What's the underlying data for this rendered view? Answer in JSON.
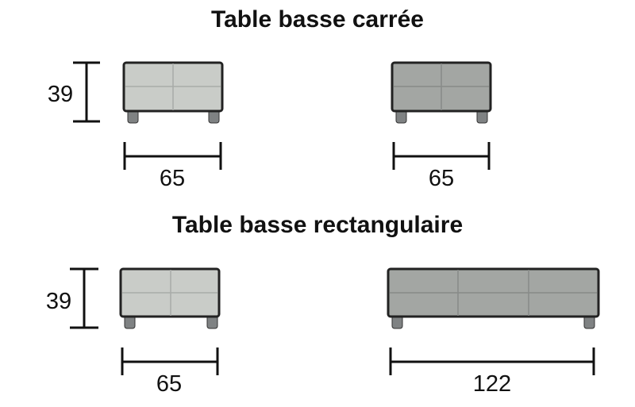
{
  "titles": {
    "square": "Table basse carrée",
    "rectangular": "Table basse rectangulaire"
  },
  "square_section": {
    "height_label": "39",
    "left_width_label": "65",
    "right_width_label": "65"
  },
  "rectangular_section": {
    "height_label": "39",
    "left_width_label": "65",
    "right_width_label": "122"
  },
  "colors": {
    "light_table": "#c9ccc8",
    "dark_table": "#a3a6a3",
    "outline": "#222222",
    "leg": "#7f8283"
  }
}
